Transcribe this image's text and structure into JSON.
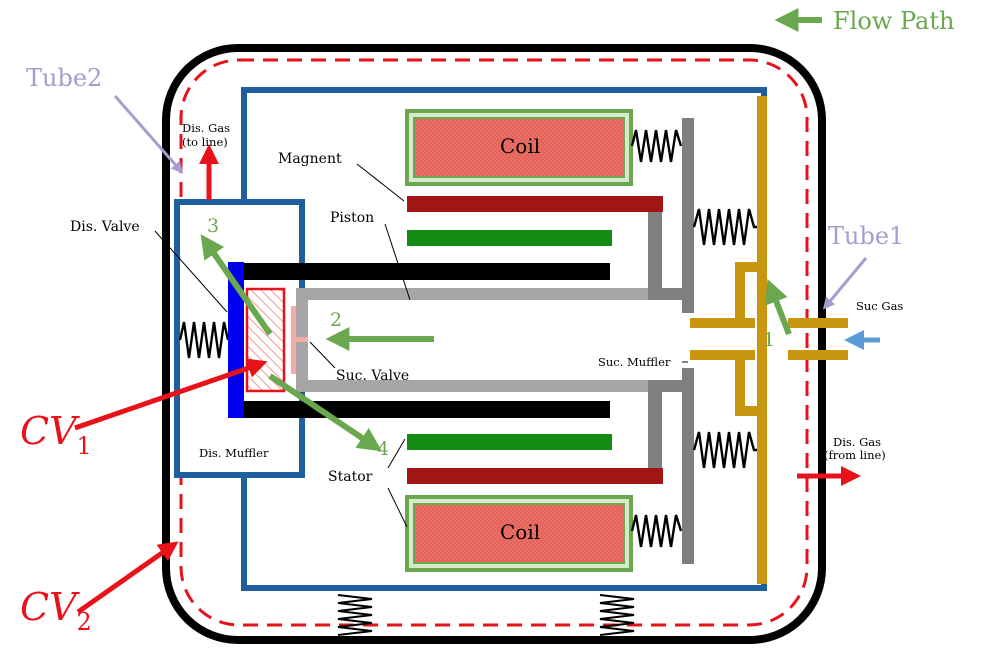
{
  "labels": {
    "flow_path": "Flow Path",
    "tube2": "Tube2",
    "tube1": "Tube1",
    "dis_gas_to_line_1": "Dis. Gas",
    "dis_gas_to_line_2": "(to line)",
    "magnet": "Magnent",
    "piston": "Piston",
    "dis_valve": "Dis. Valve",
    "suc_gas": "Suc Gas",
    "suc_muffler": "Suc. Muffler",
    "suc_valve": "Suc. Valve",
    "dis_muffler": "Dis. Muffler",
    "stator": "Stator",
    "dis_gas_from_line_1": "Dis. Gas",
    "dis_gas_from_line_2": "(from line)",
    "coil_top": "Coil",
    "coil_bottom": "Coil",
    "cv1_main": "CV",
    "cv1_sub": "1",
    "cv2_main": "CV",
    "cv2_sub": "2",
    "flow_num_1": "1",
    "flow_num_2": "2",
    "flow_num_3": "3",
    "flow_num_4": "4"
  },
  "colors": {
    "shell": "#000000",
    "inner_housing": "#1f5f9e",
    "control_volume": "#e8121a",
    "coil_fill": "#ec6f66",
    "coil_border": "#6aa84f",
    "magnet": "#a31515",
    "stator": "#138a13",
    "piston": "#a6a6a6",
    "spring_plate": "#7f7f7f",
    "suction_tube": "#c8960f",
    "flow_arrow": "#6aa84f",
    "suc_gas_arrow": "#5b9bd5",
    "tube_label": "#a99bcf",
    "valve_plate": "#0000ee"
  }
}
